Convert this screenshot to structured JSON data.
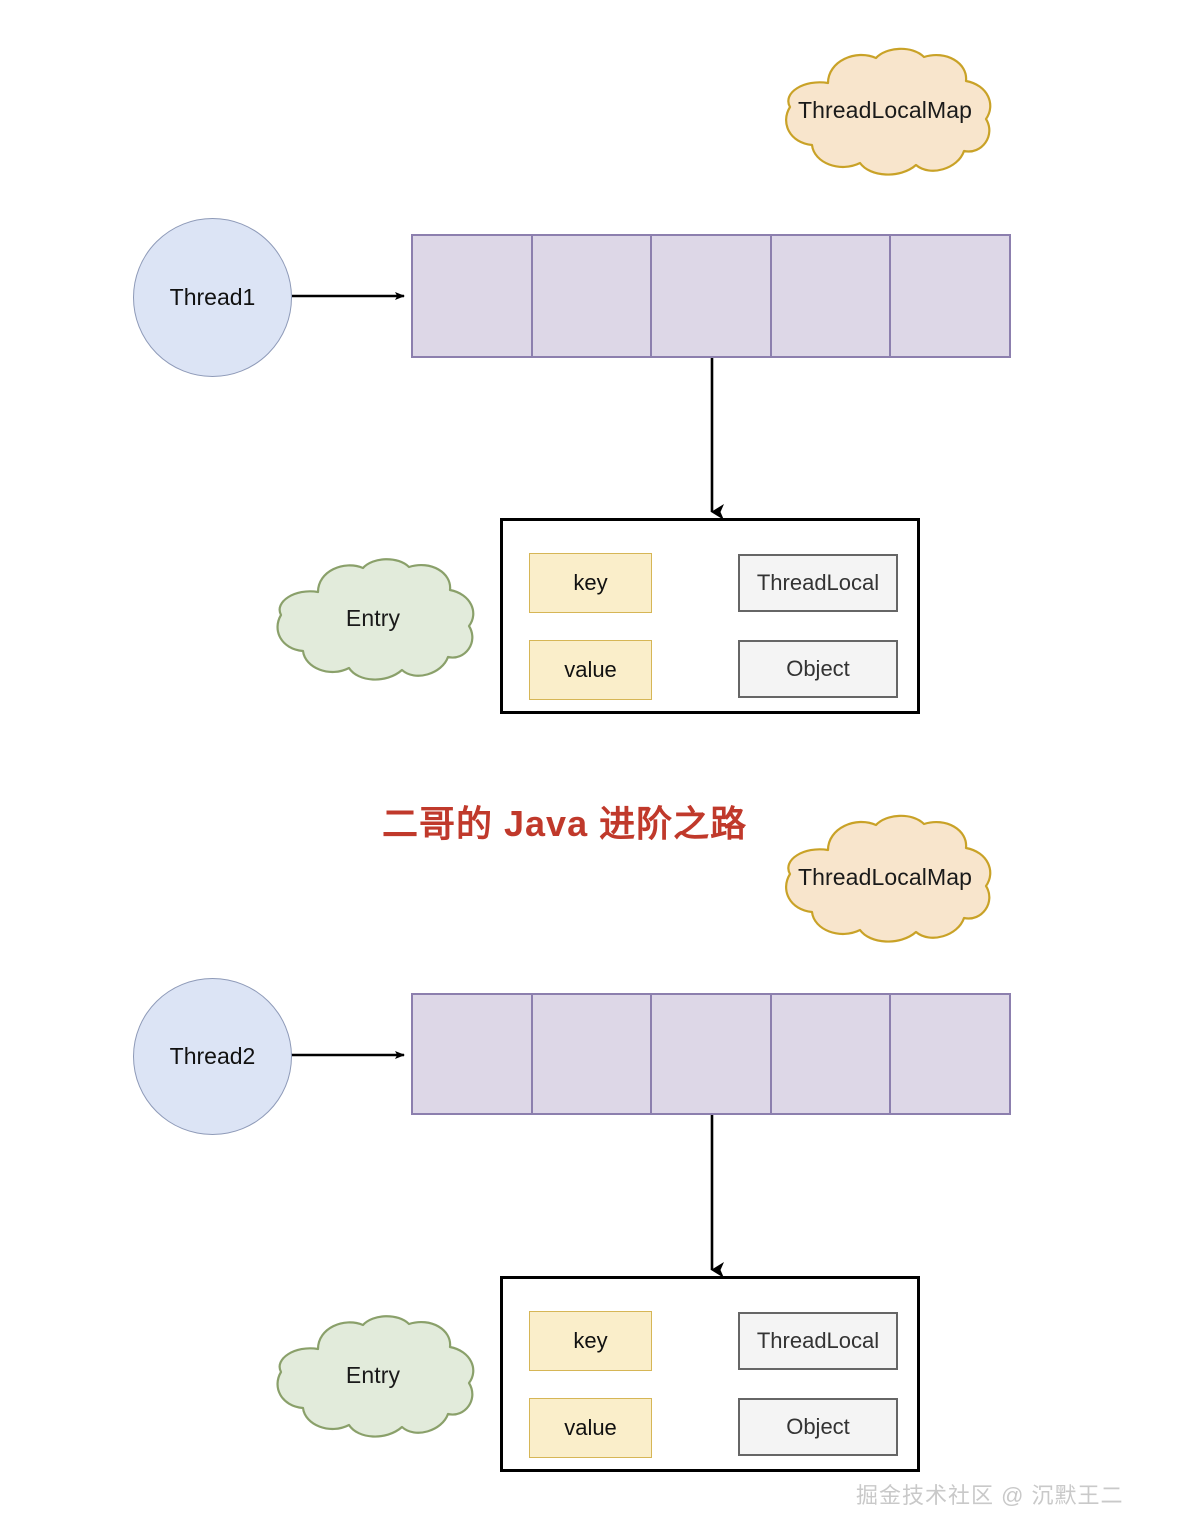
{
  "diagram": {
    "title": "二哥的 Java 进阶之路",
    "watermark": "掘金技术社区 @ 沉默王二",
    "colors": {
      "title_red": "#c0392b",
      "cloud_orange_fill": "#f8e5cc",
      "cloud_orange_stroke": "#c9a227",
      "cloud_green_fill": "#e2ebdb",
      "cloud_green_stroke": "#8aa06a",
      "thread_fill": "#dce4f5",
      "thread_stroke": "#8e9ab8",
      "array_fill": "#ddd7e7",
      "array_stroke": "#8c7fae",
      "kv_fill": "#faeeca",
      "kv_stroke": "#d6b656",
      "target_fill": "#f4f4f4",
      "target_stroke": "#666666",
      "arrow": "#000000",
      "watermark_gray": "#c9c9c9"
    }
  },
  "sections": [
    {
      "id": "section-1",
      "map_cloud_label": "ThreadLocalMap",
      "thread_label": "Thread1",
      "entry_cloud_label": "Entry",
      "array_cells": [
        "",
        "",
        "",
        "",
        ""
      ],
      "entry": {
        "key_label": "key",
        "value_label": "value",
        "key_target_label": "ThreadLocal",
        "value_target_label": "Object"
      }
    },
    {
      "id": "section-2",
      "map_cloud_label": "ThreadLocalMap",
      "thread_label": "Thread2",
      "entry_cloud_label": "Entry",
      "array_cells": [
        "",
        "",
        "",
        "",
        ""
      ],
      "entry": {
        "key_label": "key",
        "value_label": "value",
        "key_target_label": "ThreadLocal",
        "value_target_label": "Object"
      }
    }
  ]
}
